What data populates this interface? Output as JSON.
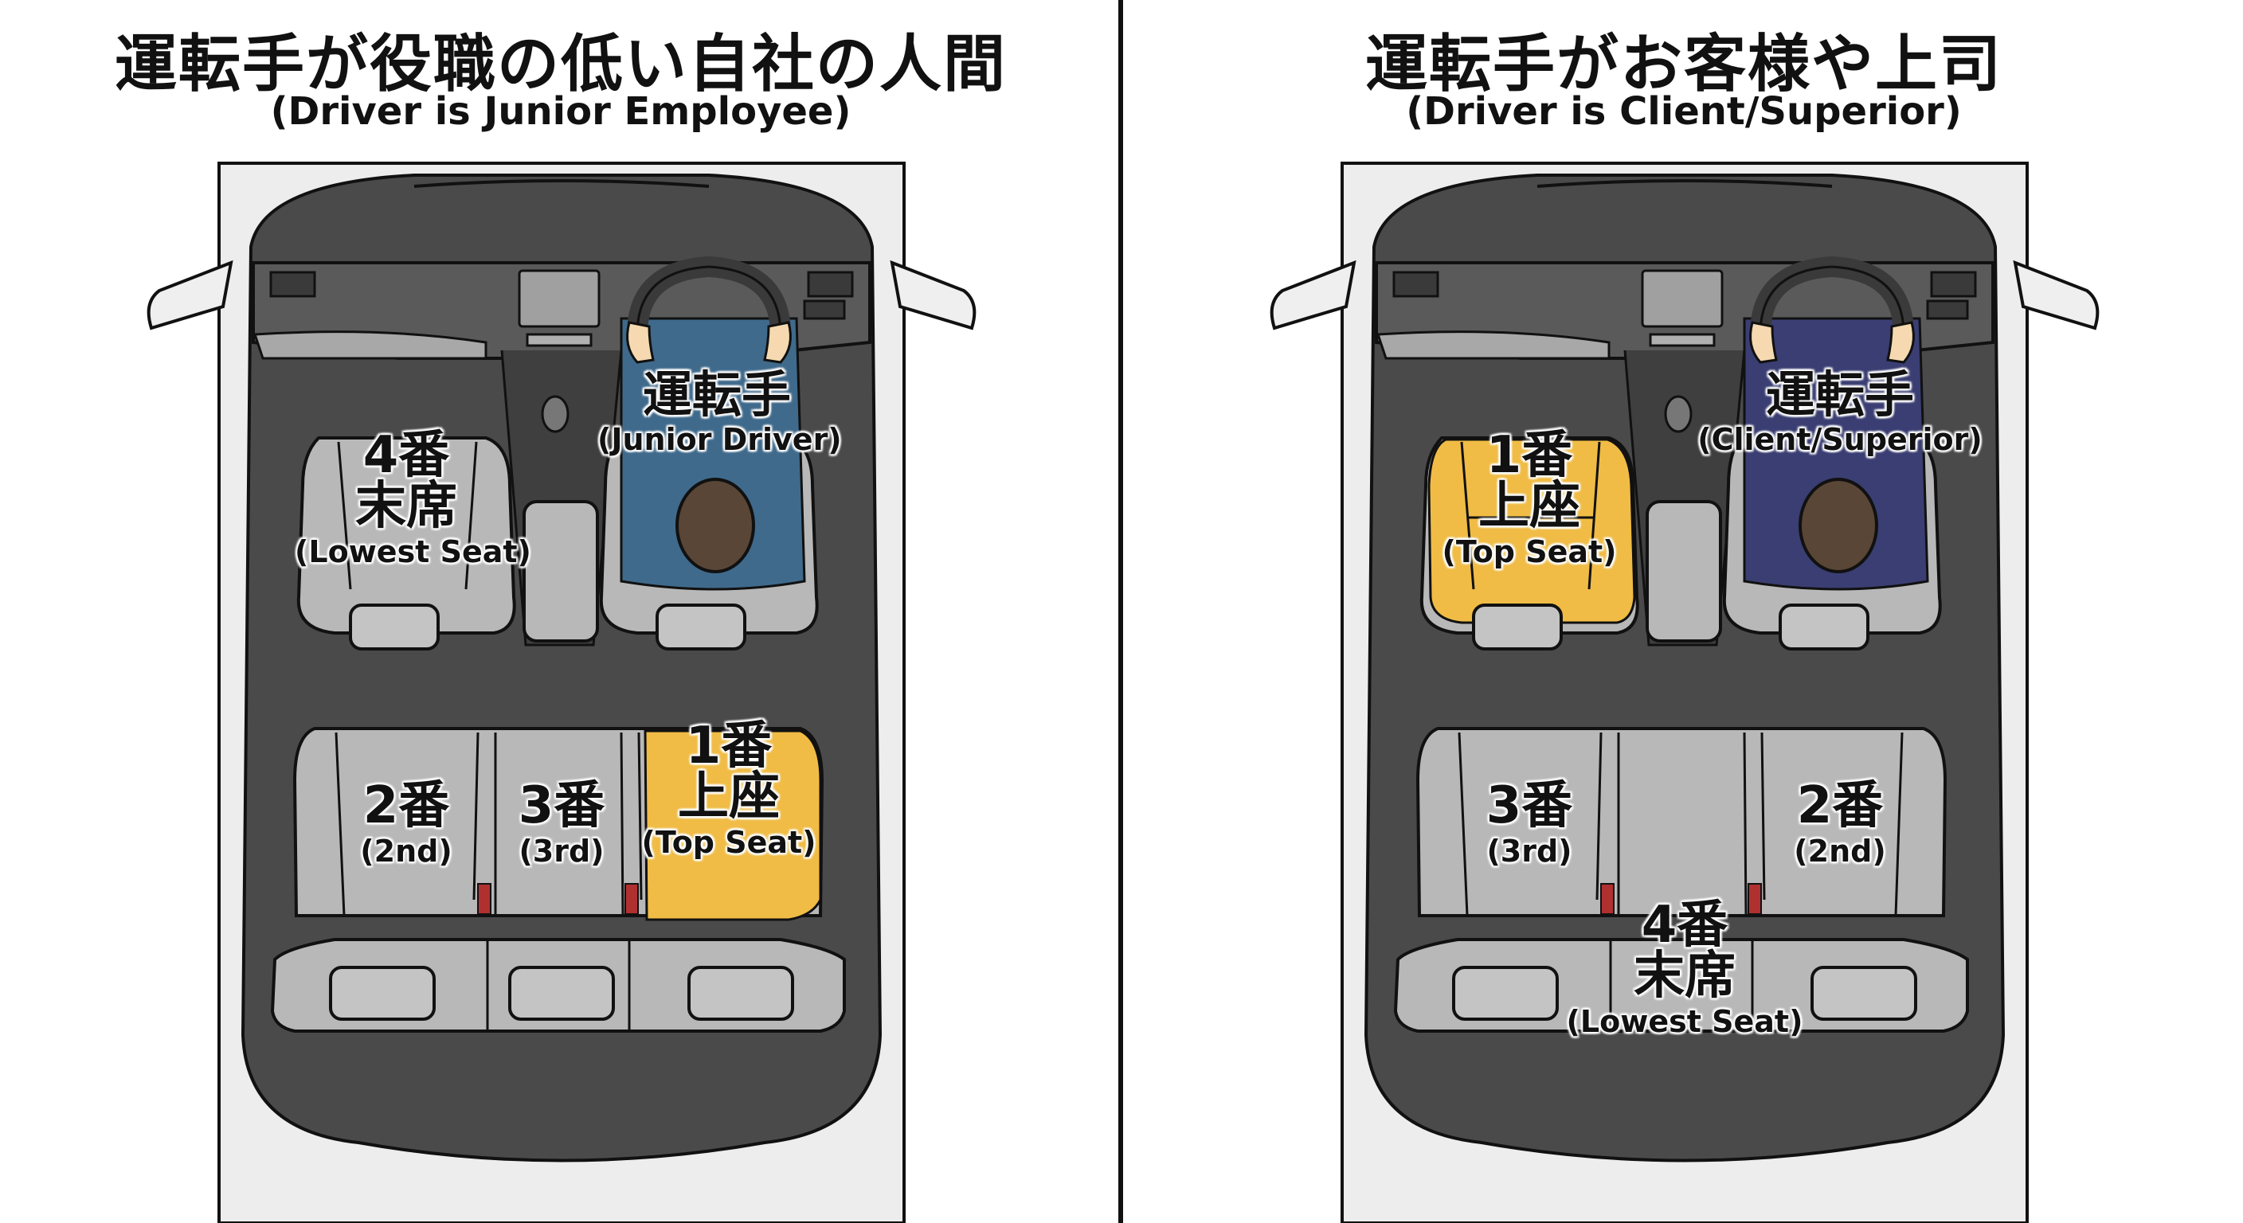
{
  "colors": {
    "background": "#ffffff",
    "car_body": "#ededed",
    "cabin": "#4a4a4a",
    "dash": "#5a5a5a",
    "seat": "#b8b8b8",
    "top_seat": "#f0bc45",
    "junior_shirt": "#3f6a8c",
    "superior_shirt": "#3a3e72",
    "head": "#5a4636",
    "skin": "#f6d9b0",
    "seatbelt_buckle": "#b03030"
  },
  "left": {
    "title_jp": "運転手が役職の低い自社の人間",
    "title_en": "(Driver is Junior Employee)",
    "driver": {
      "label_jp": "運転手",
      "label_en": "(Junior Driver)"
    },
    "seats": {
      "front_passenger": {
        "rank": "4番",
        "name_jp": "末席",
        "name_en": "(Lowest Seat)"
      },
      "rear_left": {
        "rank": "2番",
        "name_en": "(2nd)"
      },
      "rear_center": {
        "rank": "3番",
        "name_en": "(3rd)"
      },
      "rear_right": {
        "rank": "1番",
        "name_jp": "上座",
        "name_en": "(Top Seat)"
      }
    }
  },
  "right": {
    "title_jp": "運転手がお客様や上司",
    "title_en": "(Driver is Client/Superior)",
    "driver": {
      "label_jp": "運転手",
      "label_en": "(Client/Superior)"
    },
    "seats": {
      "front_passenger": {
        "rank": "1番",
        "name_jp": "上座",
        "name_en": "(Top Seat)"
      },
      "rear_left": {
        "rank": "3番",
        "name_en": "(3rd)"
      },
      "rear_center": {
        "rank": "4番",
        "name_jp": "末席",
        "name_en": "(Lowest Seat)"
      },
      "rear_right": {
        "rank": "2番",
        "name_en": "(2nd)"
      }
    }
  }
}
